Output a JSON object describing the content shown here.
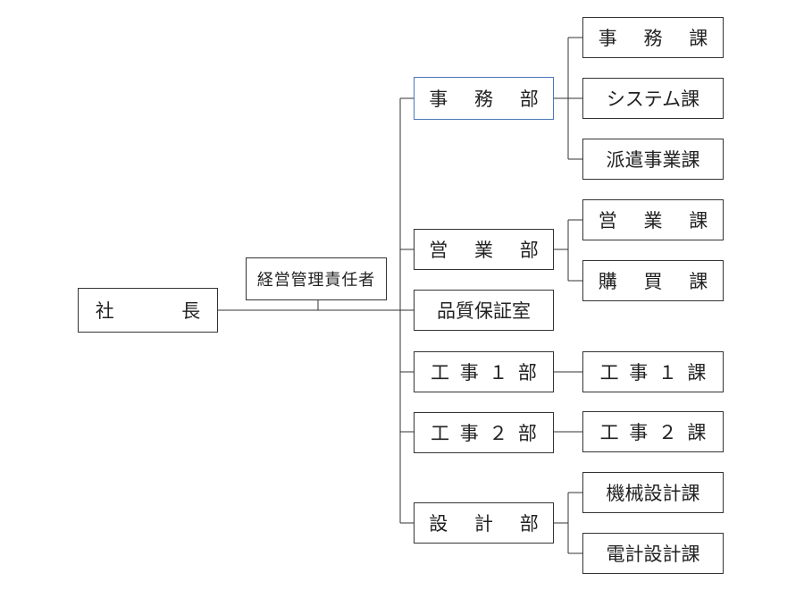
{
  "chart": {
    "root": {
      "label": "社　長"
    },
    "management_rep": {
      "label": "経営管理責任者"
    },
    "departments": [
      {
        "label": "事 務 部",
        "selected": true,
        "sections": [
          "事 務 課",
          "システム課",
          "派遣事業課"
        ]
      },
      {
        "label": "営 業 部",
        "sections": [
          "営 業 課",
          "購 買 課"
        ]
      },
      {
        "label": "品質保証室",
        "sections": []
      },
      {
        "label": "工事１部",
        "sections": [
          "工事１課"
        ]
      },
      {
        "label": "工事２部",
        "sections": [
          "工事２課"
        ]
      },
      {
        "label": "設 計 部",
        "sections": [
          "機械設計課",
          "電計設計課"
        ]
      }
    ]
  },
  "colors": {
    "line": "#333333",
    "selected_border": "#4a76b8"
  }
}
